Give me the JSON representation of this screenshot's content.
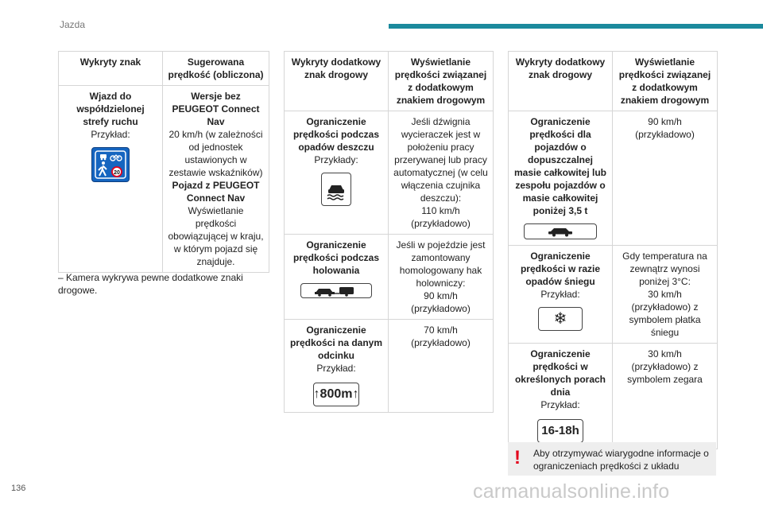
{
  "header": {
    "section": "Jazda",
    "page_number": "136"
  },
  "watermark": "carmanualsonline.info",
  "table1": {
    "col1_header": "Wykryty znak",
    "col2_header": "Sugerowana prędkość (obliczona)",
    "row": {
      "sign_title": "Wjazd do współdzielonej strefy ruchu",
      "example": "Przykład:",
      "badge": "20",
      "c2_title1": "Wersje bez PEUGEOT Connect Nav",
      "c2_text1": "20 km/h (w zależności od jednostek ustawionych w zestawie wskaźników)",
      "c2_title2": "Pojazd z PEUGEOT Connect Nav",
      "c2_text2": "Wyświetlanie prędkości obowiązującej w kraju, w którym pojazd się znajduje."
    }
  },
  "note": "– Kamera wykrywa pewne dodatkowe znaki drogowe.",
  "table2": {
    "col1_header": "Wykryty dodatkowy znak drogowy",
    "col2_header": "Wyświetlanie prędkości związanej z dodatkowym znakiem drogowym",
    "rows": [
      {
        "title": "Ograniczenie prędkości podczas opadów deszczu",
        "sub": "Przykłady:",
        "text": "Jeśli dźwignia wycieraczek jest w położeniu pracy przerywanej lub pracy automatycznej (w celu włączenia czujnika deszczu):",
        "value": "110 km/h (przykładowo)"
      },
      {
        "title": "Ograniczenie prędkości podczas holowania",
        "sub": "",
        "text": "Jeśli w pojeździe jest zamontowany homologowany hak holowniczy:",
        "value": "90 km/h (przykładowo)"
      },
      {
        "title": "Ograniczenie prędkości na danym odcinku",
        "sub": "Przykład:",
        "text": "70 km/h (przykładowo)",
        "value": "",
        "sign_text": "800m"
      }
    ]
  },
  "table3": {
    "col1_header": "Wykryty dodatkowy znak drogowy",
    "col2_header": "Wyświetlanie prędkości związanej z dodatkowym znakiem drogowym",
    "rows": [
      {
        "title": "Ograniczenie prędkości dla pojazdów o dopuszczalnej masie całkowitej lub zespołu pojazdów o masie całkowitej poniżej 3,5 t",
        "sub": "",
        "text": "90 km/h (przykładowo)",
        "value": ""
      },
      {
        "title": "Ograniczenie prędkości w razie opadów śniegu",
        "sub": "Przykład:",
        "text": "Gdy temperatura na zewnątrz wynosi poniżej 3°C:",
        "value": "30 km/h (przykładowo) z symbolem płatka śniegu"
      },
      {
        "title": "Ograniczenie prędkości w określonych porach dnia",
        "sub": "Przykład:",
        "text": "30 km/h (przykładowo) z symbolem zegara",
        "value": "",
        "sign_text": "16-18h"
      }
    ]
  },
  "warning": {
    "text": "Aby otrzymywać wiarygodne informacje o ograniczeniach prędkości z układu"
  }
}
